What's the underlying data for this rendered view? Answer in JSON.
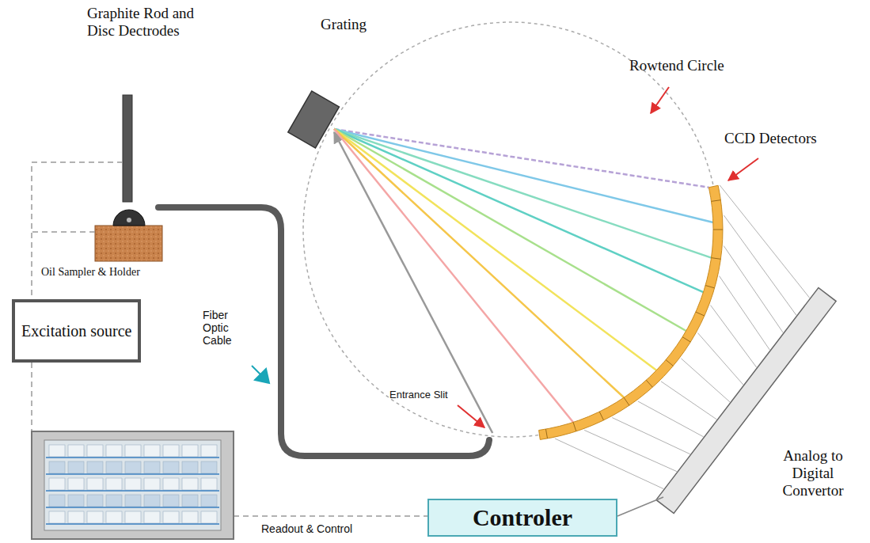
{
  "diagram": {
    "nodes": [
      {
        "text": [
          "Excitation source"
        ]
      },
      {
        "text": [
          "Controler"
        ]
      }
    ],
    "labels": [
      "Graphite Rod and Disc Dectrodes",
      "Grating",
      "Rowtend Circle",
      "CCD Detectors",
      "Oil Sampler & Holder",
      "Fiber Optic Cable",
      "Entrance Slit",
      "Analog to Digital Convertor",
      "Readout & Control"
    ]
  }
}
